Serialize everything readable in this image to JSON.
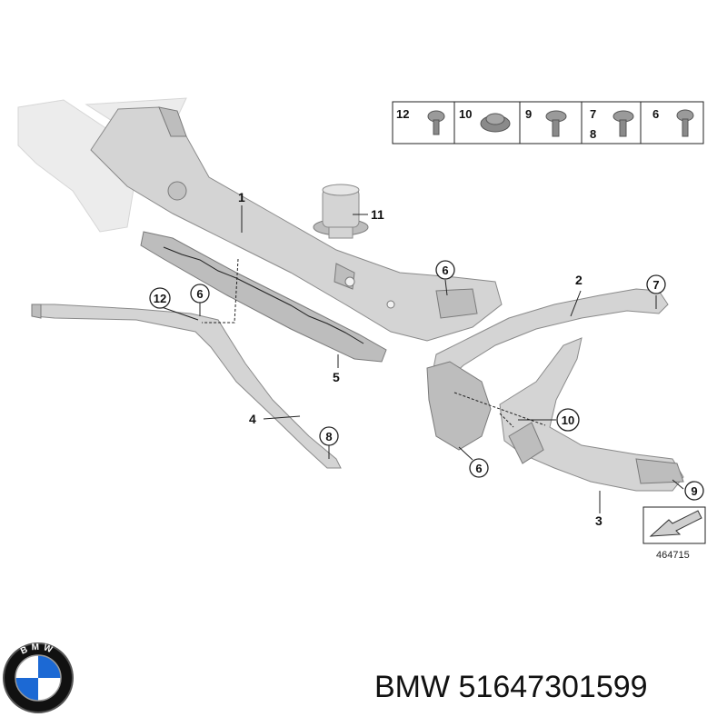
{
  "parts_legend": [
    {
      "top": "12",
      "bottom": ""
    },
    {
      "top": "10",
      "bottom": ""
    },
    {
      "top": "9",
      "bottom": ""
    },
    {
      "top": "7",
      "bottom": "8"
    },
    {
      "top": "6",
      "bottom": ""
    }
  ],
  "callouts": {
    "part1": "1",
    "part2": "2",
    "part3": "3",
    "part4": "4",
    "part5": "5",
    "part11": "11",
    "c6_top": "6",
    "c6_left": "6",
    "c6_bottom": "6",
    "c7": "7",
    "c8": "8",
    "c9": "9",
    "c10": "10",
    "c12": "12"
  },
  "diagram_id": "464715",
  "footer": {
    "brand": "BMW",
    "part_number": "51647301599"
  },
  "logo": {
    "text": "BMW",
    "colors": {
      "blue": "#1c69d4",
      "white": "#ffffff",
      "ring": "#111111"
    }
  }
}
